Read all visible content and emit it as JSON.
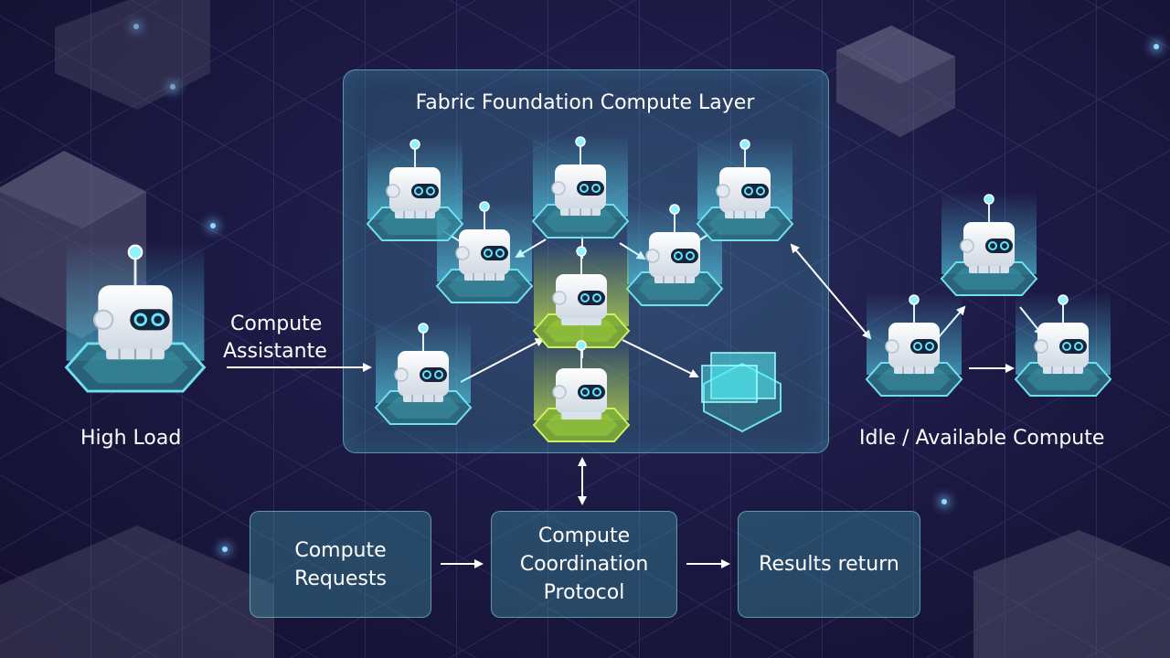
{
  "panel": {
    "title": "Fabric Foundation Compute Layer"
  },
  "labels": {
    "high_load": "High Load",
    "compute_assist_line1": "Compute",
    "compute_assist_line2": "Assistante",
    "idle": "Idle / Available Compute"
  },
  "flow": {
    "requests_line1": "Compute",
    "requests_line2": "Requests",
    "protocol_line1": "Compute",
    "protocol_line2": "Coordination",
    "protocol_line3": "Protocol",
    "results": "Results return"
  },
  "colors": {
    "panel_fill": "#3f8f9e",
    "highlight_green": "#9ccc3a",
    "hologram_cyan": "#52f0f5",
    "eye_cyan": "#5ee8ff"
  },
  "icons": [
    "robot-node-icon",
    "hologram-cube-icon",
    "arrow-icon"
  ]
}
